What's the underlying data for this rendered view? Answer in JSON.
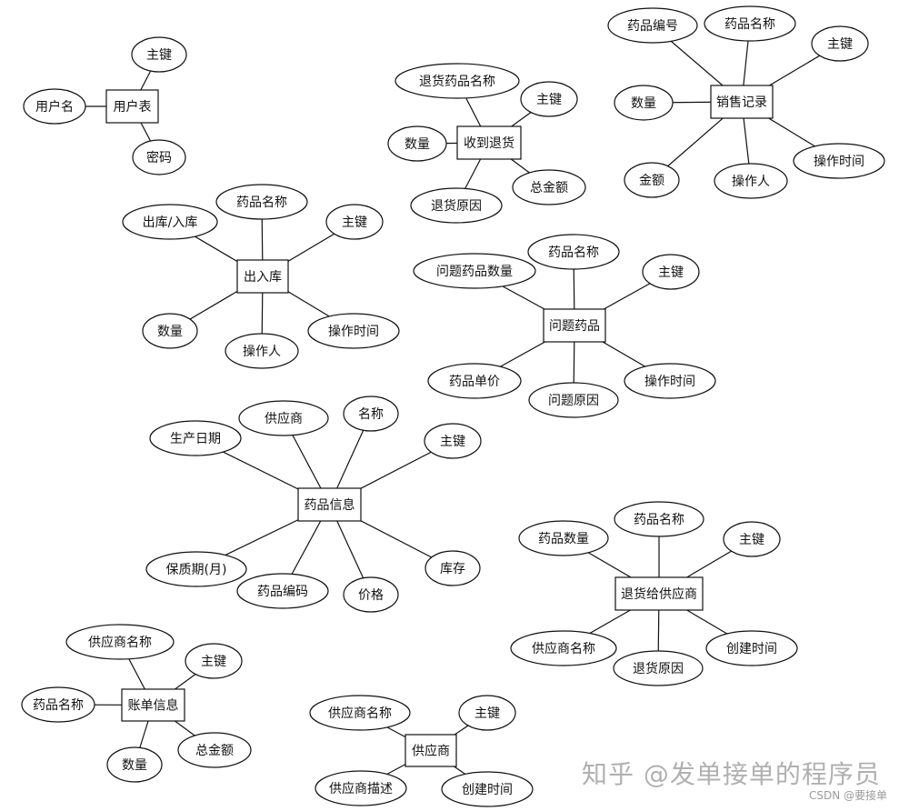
{
  "diagram": {
    "entities": [
      {
        "id": "user",
        "label": "用户表",
        "attributes": [
          "主键",
          "用户名",
          "密码"
        ]
      },
      {
        "id": "return-recv",
        "label": "收到退货",
        "attributes": [
          "退货药品名称",
          "主键",
          "数量",
          "总金额",
          "退货原因"
        ]
      },
      {
        "id": "sales",
        "label": "销售记录",
        "attributes": [
          "药品编号",
          "药品名称",
          "主键",
          "数量",
          "金额",
          "操作人",
          "操作时间"
        ]
      },
      {
        "id": "inout",
        "label": "出入库",
        "attributes": [
          "药品名称",
          "出库/入库",
          "主键",
          "数量",
          "操作人",
          "操作时间"
        ]
      },
      {
        "id": "problem",
        "label": "问题药品",
        "attributes": [
          "问题药品数量",
          "药品名称",
          "主键",
          "药品单价",
          "问题原因",
          "操作时间"
        ]
      },
      {
        "id": "drug",
        "label": "药品信息",
        "attributes": [
          "供应商",
          "名称",
          "生产日期",
          "主键",
          "保质期(月)",
          "药品编码",
          "价格",
          "库存"
        ]
      },
      {
        "id": "return-supplier",
        "label": "退货给供应商",
        "attributes": [
          "药品名称",
          "药品数量",
          "主键",
          "供应商名称",
          "退货原因",
          "创建时间"
        ]
      },
      {
        "id": "bill",
        "label": "账单信息",
        "attributes": [
          "供应商名称",
          "主键",
          "药品名称",
          "数量",
          "总金额"
        ]
      },
      {
        "id": "supplier",
        "label": "供应商",
        "attributes": [
          "供应商名称",
          "主键",
          "供应商描述",
          "创建时间"
        ]
      }
    ]
  },
  "watermark": {
    "text": "知乎 @发单接单的程序员",
    "source": "CSDN @要接单"
  }
}
